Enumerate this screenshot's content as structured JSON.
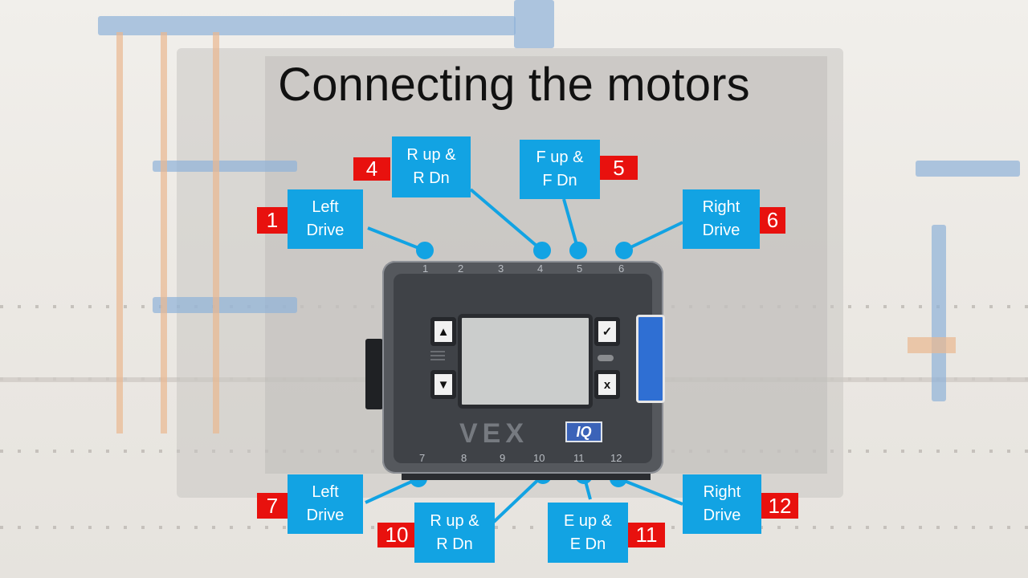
{
  "title": "Connecting the motors",
  "colors": {
    "label_bg": "#12a3e3",
    "number_bg": "#e8110e",
    "line": "#12a3e3"
  },
  "brain": {
    "top_ports": [
      "1",
      "2",
      "3",
      "4",
      "5",
      "6"
    ],
    "bottom_ports": [
      "7",
      "8",
      "9",
      "10",
      "11",
      "12"
    ],
    "buttons": {
      "up": "▲",
      "down": "▼",
      "check": "✓",
      "x": "x"
    },
    "logo": "VEX",
    "logo_badge": "IQ"
  },
  "callouts": [
    {
      "number": "1",
      "label": "Left\nDrive"
    },
    {
      "number": "4",
      "label": "R up &\nR Dn"
    },
    {
      "number": "5",
      "label": "F up &\nF Dn"
    },
    {
      "number": "6",
      "label": "Right\nDrive"
    },
    {
      "number": "7",
      "label": "Left\nDrive"
    },
    {
      "number": "10",
      "label": "R up &\nR Dn"
    },
    {
      "number": "11",
      "label": "E up &\nE Dn"
    },
    {
      "number": "12",
      "label": "Right\nDrive"
    }
  ]
}
